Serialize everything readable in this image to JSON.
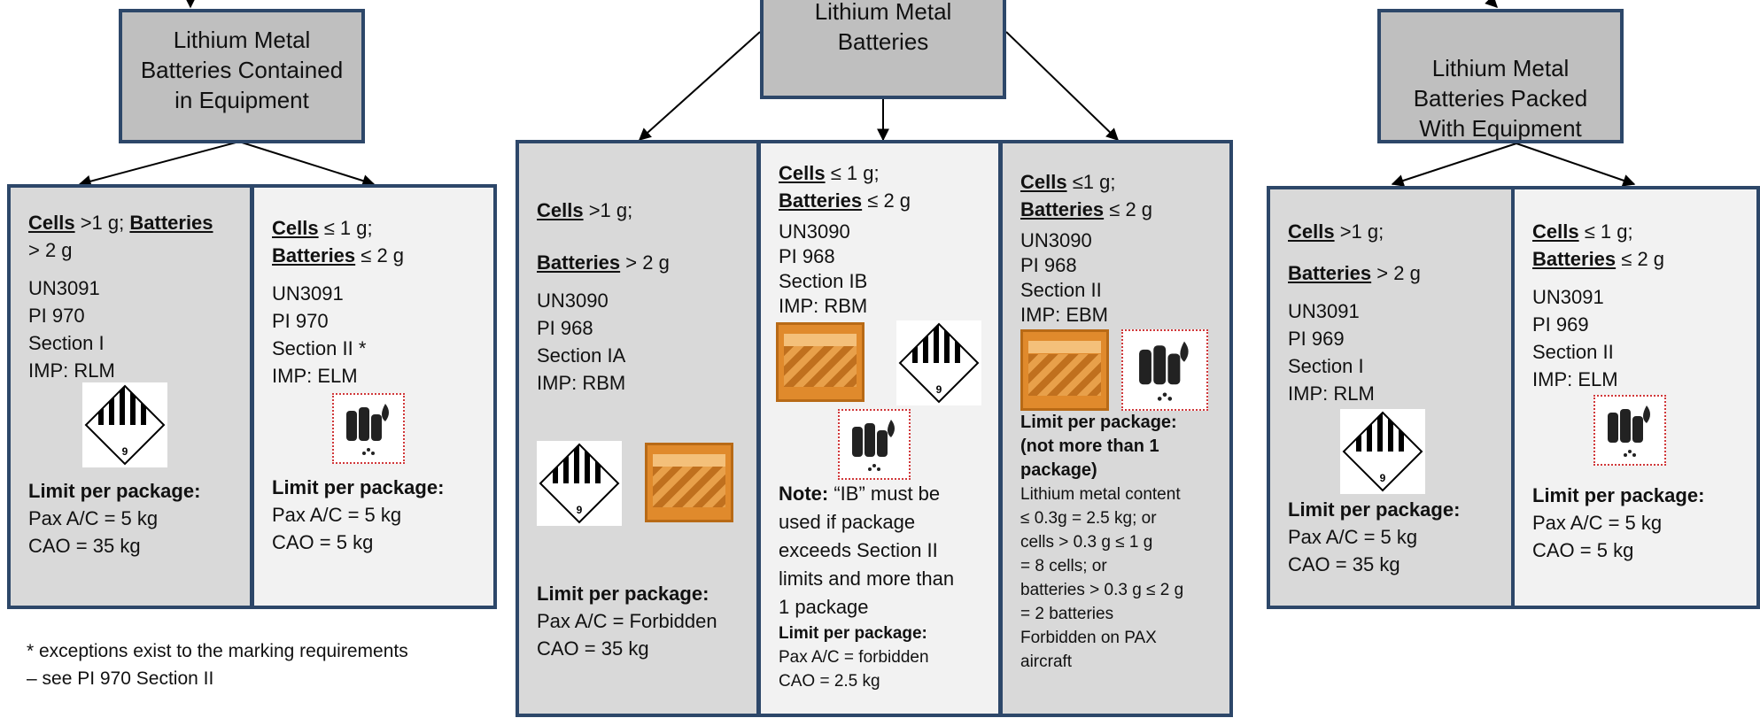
{
  "left": {
    "header": "Lithium Metal Batteries Contained in Equipment",
    "box1": {
      "cells_label": "Cells",
      "cells_value": " >1 g; ",
      "batteries_label": "Batteries",
      "batteries_value": "> 2 g",
      "un": "UN3091",
      "pi": "PI 970",
      "section": "Section I",
      "imp": "IMP: RLM",
      "limit_title": "Limit per package:",
      "limit_pax": "Pax A/C = 5 kg",
      "limit_cao": "CAO = 35 kg"
    },
    "box2": {
      "cells_label": "Cells",
      "cells_value": " ≤ 1 g;",
      "batteries_label": "Batteries",
      "batteries_value": " ≤ 2 g",
      "un": "UN3091",
      "pi": "PI 970",
      "section": "Section II *",
      "imp": "IMP: ELM",
      "limit_title": "Limit per package:",
      "limit_pax": "Pax A/C = 5 kg",
      "limit_cao": "CAO = 5 kg"
    },
    "footnote_line1": "* exceptions exist to the marking requirements",
    "footnote_line2": "– see PI 970 Section II"
  },
  "center": {
    "header": "Lithium Metal Batteries",
    "box1": {
      "cells_label": "Cells",
      "cells_value": " >1 g;",
      "batteries_label": "Batteries",
      "batteries_value": " > 2 g",
      "un": "UN3090",
      "pi": "PI 968",
      "section": "Section IA",
      "imp": "IMP: RBM",
      "limit_title": "Limit per package:",
      "limit_pax": "Pax A/C = Forbidden",
      "limit_cao": "CAO = 35 kg"
    },
    "box2": {
      "cells_label": "Cells",
      "cells_value": " ≤ 1 g;",
      "batteries_label": "Batteries",
      "batteries_value": " ≤ 2 g",
      "un": "UN3090",
      "pi": "PI 968",
      "section": "Section IB",
      "imp": "IMP: RBM",
      "note_label": "Note:",
      "note_lines": [
        " “IB” must be",
        "used if package",
        "exceeds Section II",
        "limits and more than",
        "1 package"
      ],
      "limit_title": "Limit per package:",
      "limit_pax": "Pax A/C = forbidden",
      "limit_cao": "CAO = 2.5 kg"
    },
    "box3": {
      "cells_label": "Cells",
      "cells_value": " ≤1 g;",
      "batteries_label": "Batteries",
      "batteries_value": " ≤ 2 g",
      "un": "UN3090",
      "pi": "PI 968",
      "section": "Section II",
      "imp": "IMP: EBM",
      "limit_title_lines": [
        "Limit per package:",
        "(not more than 1",
        "package)"
      ],
      "detail_lines": [
        "Lithium metal content",
        "≤ 0.3g = 2.5 kg; or",
        "cells > 0.3 g ≤ 1 g",
        "= 8 cells; or",
        "batteries > 0.3 g ≤ 2 g",
        "= 2 batteries",
        "Forbidden on PAX",
        "aircraft"
      ]
    }
  },
  "right": {
    "header": "Lithium Metal Batteries Packed With Equipment",
    "box1": {
      "cells_label": "Cells",
      "cells_value": " >1 g;",
      "batteries_label": "Batteries",
      "batteries_value": " > 2 g",
      "un": "UN3091",
      "pi": "PI 969",
      "section": "Section I",
      "imp": "IMP: RLM",
      "limit_title": "Limit per package:",
      "limit_pax": "Pax A/C = 5 kg",
      "limit_cao": "CAO = 35 kg"
    },
    "box2": {
      "cells_label": "Cells",
      "cells_value": " ≤ 1 g;",
      "batteries_label": "Batteries",
      "batteries_value": " ≤ 2 g",
      "un": "UN3091",
      "pi": "PI 969",
      "section": "Section II",
      "imp": "IMP: ELM",
      "limit_title": "Limit per package:",
      "limit_pax": "Pax A/C = 5 kg",
      "limit_cao": "CAO = 5 kg"
    }
  },
  "colors": {
    "border": "#2d4769",
    "header_fill": "#bfbfbf",
    "dark_box": "#d9d9d9",
    "light_box": "#f2f2f2",
    "cargo_label": "#e08a2c",
    "lithium_label_border": "#d0383a"
  },
  "icons": {
    "class9": "class-9-hazard-label",
    "cargo": "cargo-aircraft-only-label",
    "lithium": "lithium-battery-mark"
  }
}
